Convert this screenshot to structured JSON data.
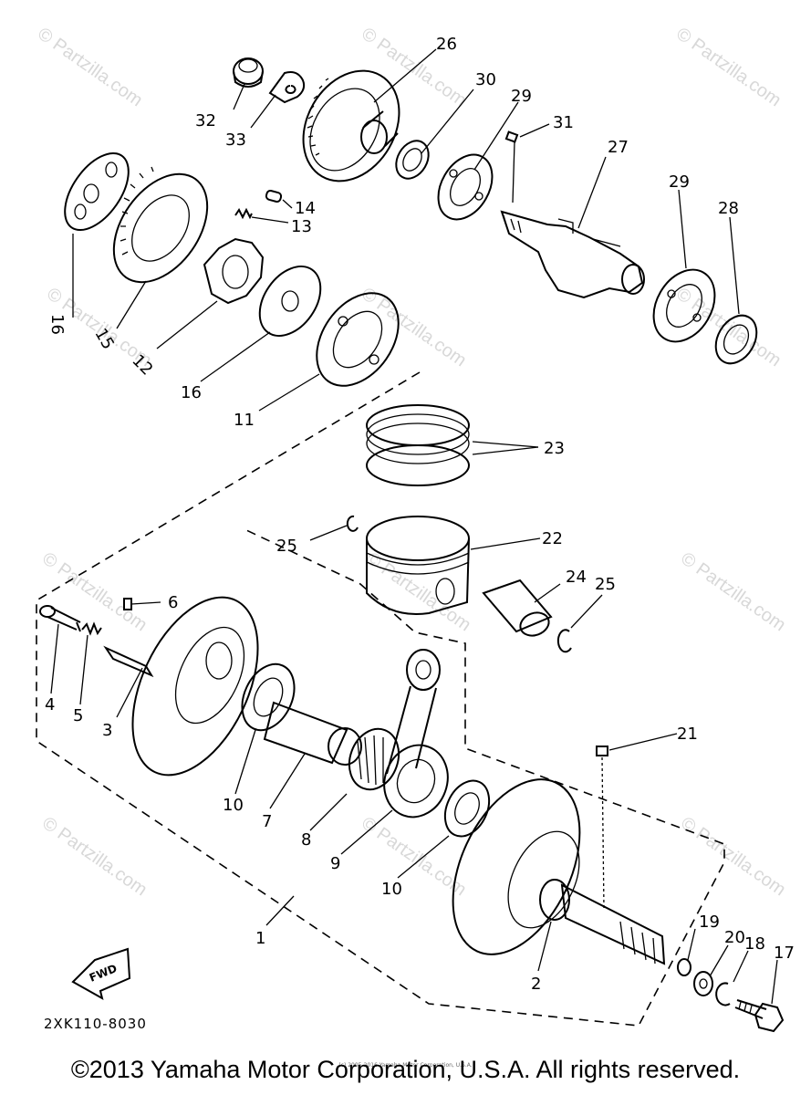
{
  "watermark": "© Partzilla.com",
  "diagram_code": "2XK110-8030",
  "fwd_label": "FWD",
  "copyright": "©2013 Yamaha Motor Corporation, U.S.A. All rights reserved.",
  "tiny_note": "(c) 2005-2016 Yamaha Motor Corporation, U.S.A.",
  "callouts": {
    "c1": "1",
    "c2": "2",
    "c3": "3",
    "c4": "4",
    "c5": "5",
    "c6": "6",
    "c7": "7",
    "c8": "8",
    "c9": "9",
    "c10a": "10",
    "c10b": "10",
    "c11": "11",
    "c12": "12",
    "c13": "13",
    "c14": "14",
    "c15": "15",
    "c16a": "16",
    "c16b": "16",
    "c17": "17",
    "c18": "18",
    "c19": "19",
    "c20": "20",
    "c21": "21",
    "c22": "22",
    "c23": "23",
    "c24": "24",
    "c25a": "25",
    "c25b": "25",
    "c26": "26",
    "c27": "27",
    "c28": "28",
    "c29a": "29",
    "c29b": "29",
    "c30": "30",
    "c31": "31",
    "c32": "32",
    "c33": "33"
  }
}
